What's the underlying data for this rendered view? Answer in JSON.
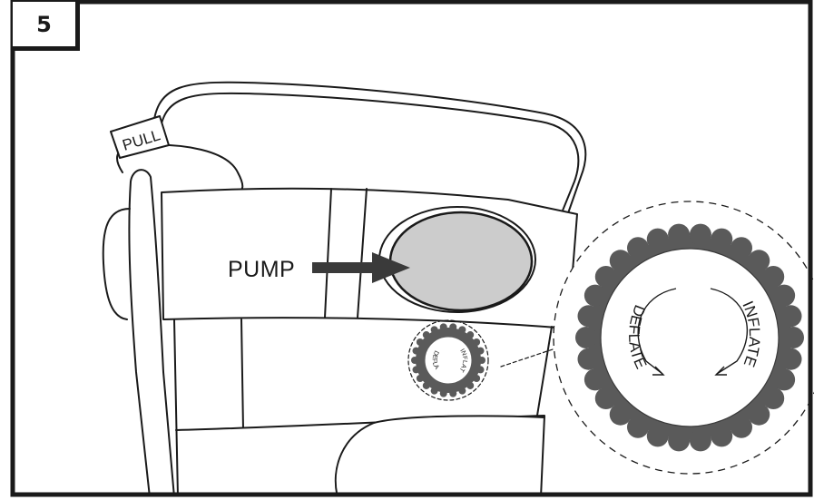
{
  "step_number": "5",
  "pull_tab_label": "PULL",
  "pump_label": "PUMP",
  "valve": {
    "deflate_label": "DEFLATE",
    "inflate_label": "INFLATE"
  },
  "colors": {
    "line": "#1a1a1a",
    "pump_fill": "#cccccc",
    "valve_ring": "#5a5a5a",
    "arrow": "#3a3a3a"
  }
}
